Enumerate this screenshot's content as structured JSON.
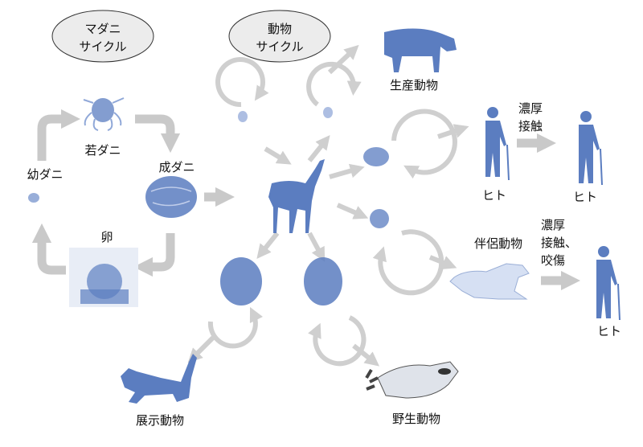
{
  "cycles": {
    "tick_cycle": [
      "マダニ",
      "サイクル"
    ],
    "animal_cycle": [
      "動物",
      "サイクル"
    ]
  },
  "tick_stages": {
    "nymph": "若ダニ",
    "adult": "成ダニ",
    "larva": "幼ダニ",
    "egg": "卵"
  },
  "hosts": {
    "livestock": "生産動物",
    "companion": "伴侶動物",
    "zoo": "展示動物",
    "wild": "野生動物",
    "human": "ヒト"
  },
  "transmission": {
    "close_contact": [
      "濃厚",
      "接触"
    ],
    "close_contact_bite": [
      "濃厚",
      "接触、",
      "咬傷"
    ]
  },
  "colors": {
    "silhouette": "#5b7dc0",
    "arrow": "#c9c9c9",
    "ellipse": "#ececec"
  }
}
